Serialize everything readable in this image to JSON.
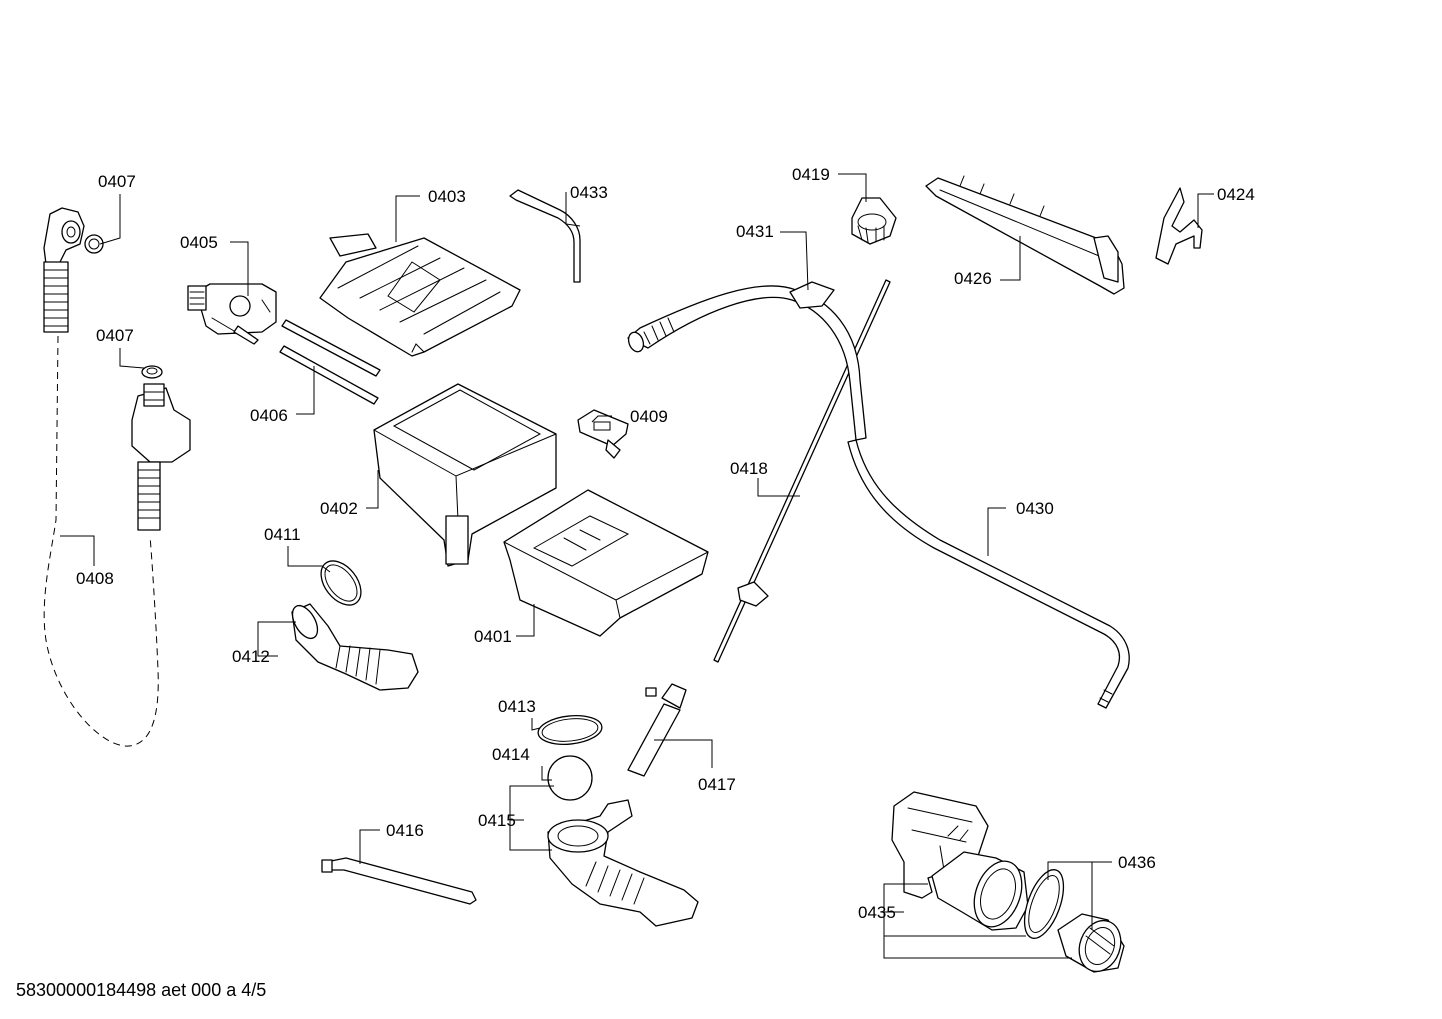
{
  "callouts": {
    "c0401": "0401",
    "c0402": "0402",
    "c0403": "0403",
    "c0405": "0405",
    "c0406": "0406",
    "c0407a": "0407",
    "c0407b": "0407",
    "c0408": "0408",
    "c0409": "0409",
    "c0411": "0411",
    "c0412": "0412",
    "c0413": "0413",
    "c0414": "0414",
    "c0415": "0415",
    "c0416": "0416",
    "c0417": "0417",
    "c0418": "0418",
    "c0419": "0419",
    "c0424": "0424",
    "c0426": "0426",
    "c0430": "0430",
    "c0431": "0431",
    "c0433": "0433",
    "c0435": "0435",
    "c0436": "0436"
  },
  "footer": "58300000184498 aet 000 a 4/5"
}
